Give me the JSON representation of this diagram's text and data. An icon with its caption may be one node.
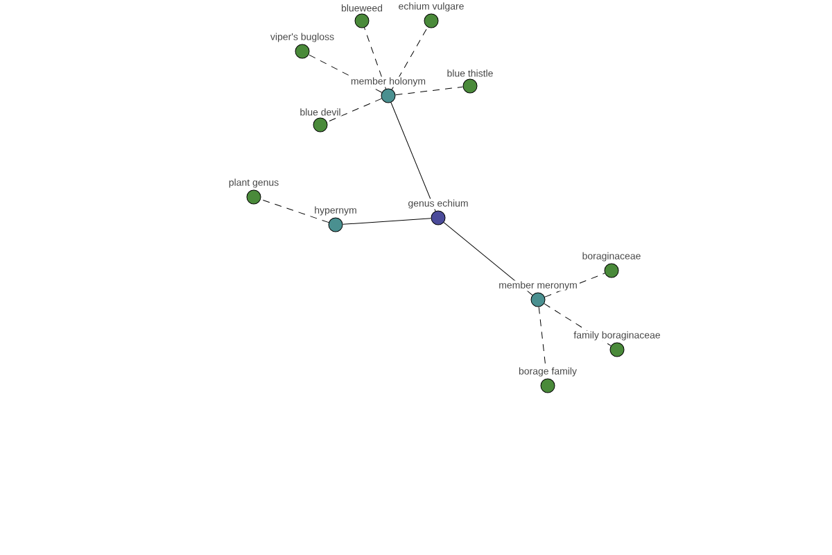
{
  "diagram": {
    "nodes": [
      {
        "text": [
          "genus echium"
        ]
      },
      {
        "text": [
          "member holonym"
        ]
      },
      {
        "text": [
          "hypernym"
        ]
      },
      {
        "text": [
          "member meronym"
        ]
      },
      {
        "text": [
          "blueweed"
        ]
      },
      {
        "text": [
          "echium vulgare"
        ]
      },
      {
        "text": [
          "viper's bugloss"
        ]
      },
      {
        "text": [
          "blue thistle"
        ]
      },
      {
        "text": [
          "blue devil"
        ]
      },
      {
        "text": [
          "plant genus"
        ]
      },
      {
        "text": [
          "boraginaceae"
        ]
      },
      {
        "text": [
          "family boraginaceae"
        ]
      },
      {
        "text": [
          "borage family"
        ]
      }
    ],
    "edges": [
      {
        "from": 0,
        "to": 1,
        "arrow": "none"
      },
      {
        "from": 0,
        "to": 2,
        "arrow": "none"
      },
      {
        "from": 0,
        "to": 3,
        "arrow": "none"
      },
      {
        "from": 1,
        "to": 4,
        "arrow": "none",
        "style": "dashed"
      },
      {
        "from": 1,
        "to": 5,
        "arrow": "none",
        "style": "dashed"
      },
      {
        "from": 1,
        "to": 6,
        "arrow": "none",
        "style": "dashed"
      },
      {
        "from": 1,
        "to": 7,
        "arrow": "none",
        "style": "dashed"
      },
      {
        "from": 1,
        "to": 8,
        "arrow": "none",
        "style": "dashed"
      },
      {
        "from": 2,
        "to": 9,
        "arrow": "none",
        "style": "dashed"
      },
      {
        "from": 3,
        "to": 10,
        "arrow": "none",
        "style": "dashed"
      },
      {
        "from": 3,
        "to": 11,
        "arrow": "none",
        "style": "dashed"
      },
      {
        "from": 3,
        "to": 12,
        "arrow": "none",
        "style": "dashed"
      }
    ]
  }
}
